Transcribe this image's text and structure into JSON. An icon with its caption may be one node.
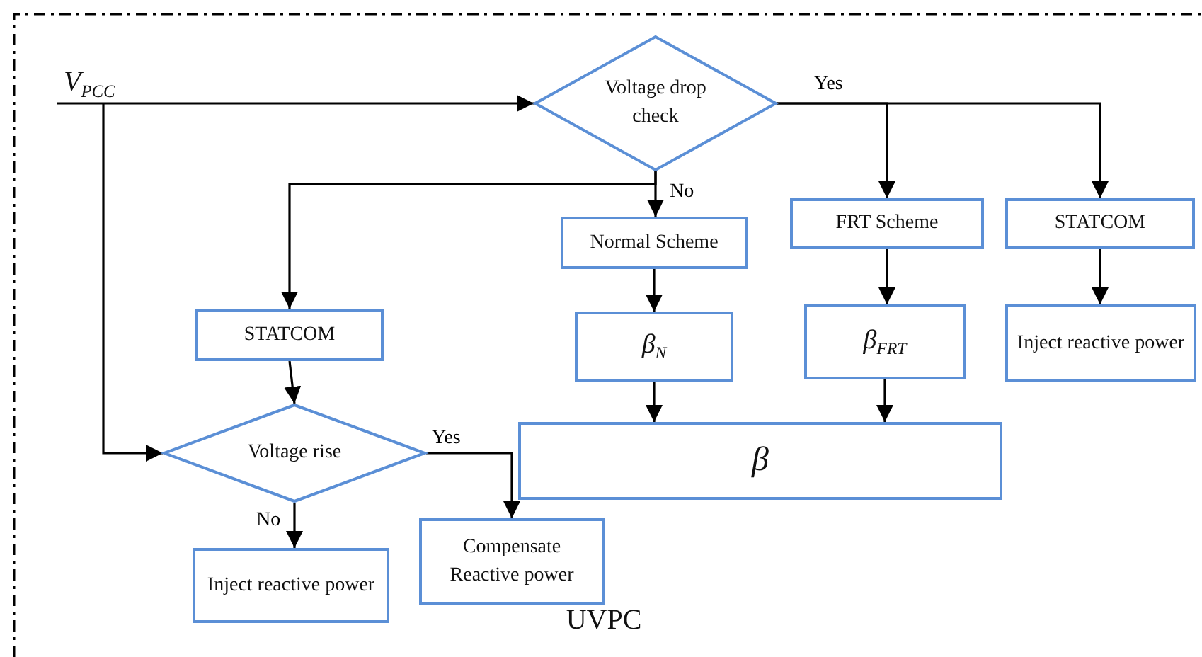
{
  "diagram": {
    "nodes": [
      {
        "text": [
          "UVPC"
        ]
      },
      {
        "text": [
          "V$_{PCC}$"
        ],
        "in": 0
      },
      {
        "text": [
          "Voltage drop check"
        ],
        "in": 0
      },
      {
        "text": [
          "Normal Scheme"
        ],
        "in": 0
      },
      {
        "text": [
          "FRT Scheme"
        ],
        "in": 0
      },
      {
        "text": [
          "STATCOM"
        ],
        "in": 0
      },
      {
        "text": [
          "STATCOM"
        ],
        "in": 0
      },
      {
        "text": [
          "β$_{N}$"
        ],
        "in": 0
      },
      {
        "text": [
          "β$_{FRT}$"
        ],
        "in": 0
      },
      {
        "text": [
          "Inject reactive power"
        ],
        "in": 0
      },
      {
        "text": [
          "Voltage rise"
        ],
        "in": 0
      },
      {
        "text": [
          "β"
        ],
        "in": 0
      },
      {
        "text": [
          "Inject reactive power"
        ],
        "in": 0
      },
      {
        "text": [
          "Compensate Reactive power"
        ],
        "in": 0
      }
    ],
    "edges": [
      {
        "from": 1,
        "to": 2,
        "arrow": "to"
      },
      {
        "from": 1,
        "to": 10,
        "arrow": "to"
      },
      {
        "from": 2,
        "to": 3,
        "label": "No",
        "arrow": "to"
      },
      {
        "from": 2,
        "to": 6,
        "arrow": "to"
      },
      {
        "from": 2,
        "to": 4,
        "label": "Yes",
        "arrow": "to"
      },
      {
        "from": 2,
        "to": 5,
        "arrow": "to"
      },
      {
        "from": 4,
        "to": 8,
        "arrow": "to"
      },
      {
        "from": 5,
        "to": 9,
        "arrow": "to"
      },
      {
        "from": 3,
        "to": 7,
        "arrow": "to"
      },
      {
        "from": 7,
        "to": 11,
        "arrow": "to"
      },
      {
        "from": 8,
        "to": 11,
        "arrow": "to"
      },
      {
        "from": 6,
        "to": 10,
        "arrow": "to"
      },
      {
        "from": 10,
        "to": 12,
        "label": "No",
        "arrow": "to"
      },
      {
        "from": 10,
        "to": 13,
        "label": "Yes",
        "arrow": "to"
      }
    ]
  }
}
